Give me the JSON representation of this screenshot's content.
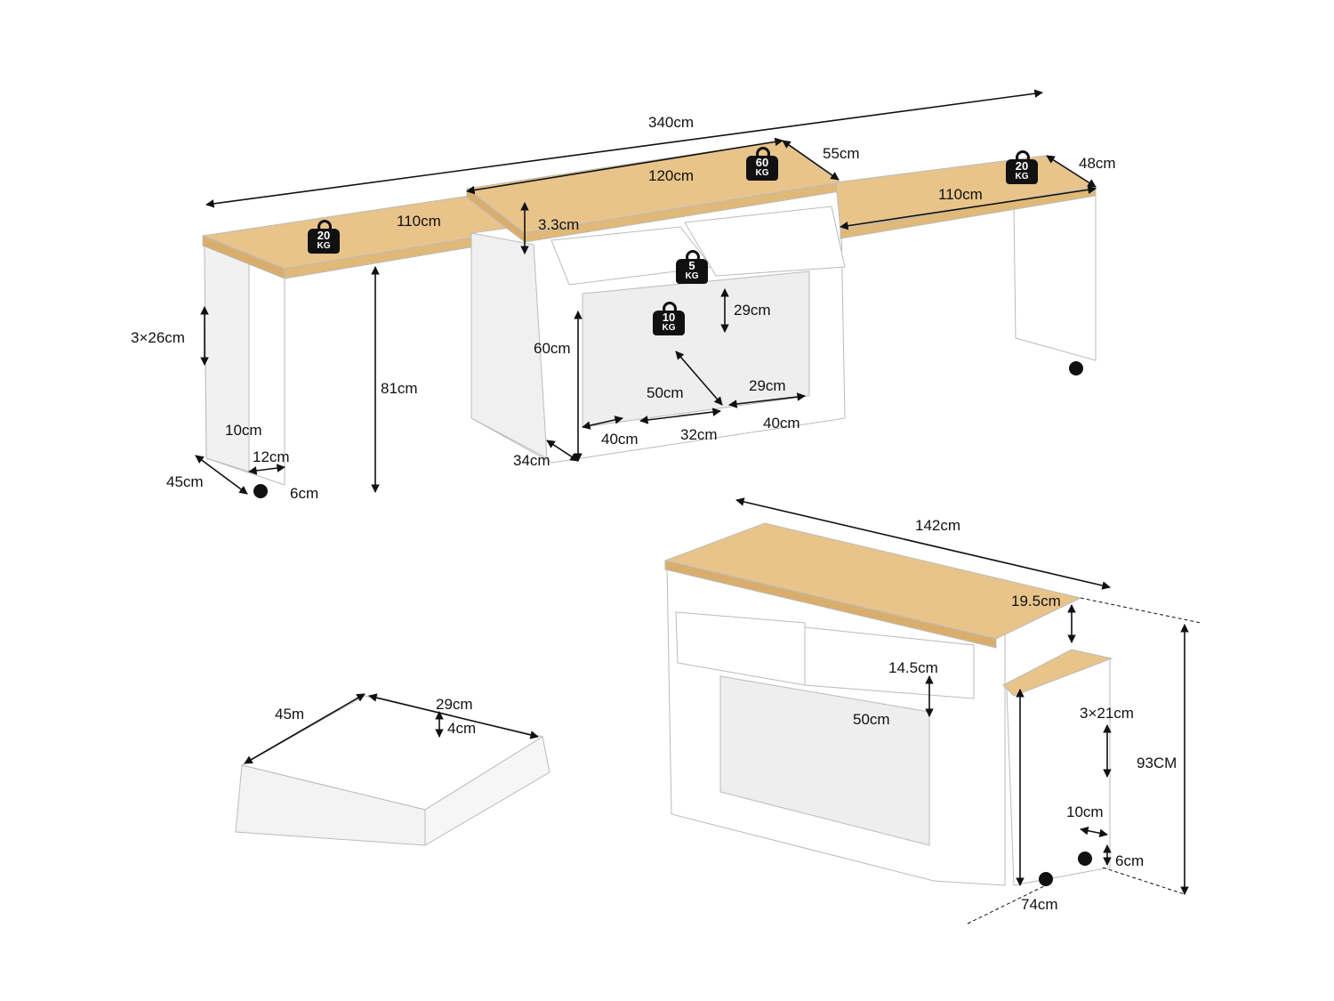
{
  "colors": {
    "wood": "#e8c48a",
    "wood_edge": "#d9ae6c",
    "body": "#ffffff",
    "body_shade": "#e9e9e9",
    "line": "#111111"
  },
  "labels": {
    "total_length": "340cm",
    "center_depth": "55cm",
    "right_depth": "48cm",
    "center_width": "120cm",
    "left_width": "110cm",
    "right_width": "110cm",
    "top_thickness": "3.3cm",
    "left_shelves": "3×26cm",
    "table_height": "81cm",
    "cabinet_height": "60cm",
    "shelf_height": "29cm",
    "shelf_diag": "50cm",
    "shelf_depth": "29cm",
    "cube_left": "40cm",
    "cube_mid": "32cm",
    "cube_right": "40cm",
    "cabinet_depth": "34cm",
    "left_unit_10": "10cm",
    "left_unit_12": "12cm",
    "left_unit_depth": "45cm",
    "left_wheel": "6cm",
    "island_width": "142cm",
    "island_top_gap": "19.5cm",
    "drawer_height": "14.5cm",
    "island_shelf": "50cm",
    "cart_shelves": "3×21cm",
    "island_height": "93CM",
    "cart_10": "10cm",
    "cart_wheel": "6cm",
    "island_depth": "74cm",
    "drawer_depth": "45m",
    "drawer_width": "29cm",
    "drawer_inner": "4cm"
  },
  "weights": [
    {
      "value": "20",
      "unit": "KG"
    },
    {
      "value": "60",
      "unit": "KG"
    },
    {
      "value": "20",
      "unit": "KG"
    },
    {
      "value": "5",
      "unit": "KG"
    },
    {
      "value": "10",
      "unit": "KG"
    }
  ]
}
